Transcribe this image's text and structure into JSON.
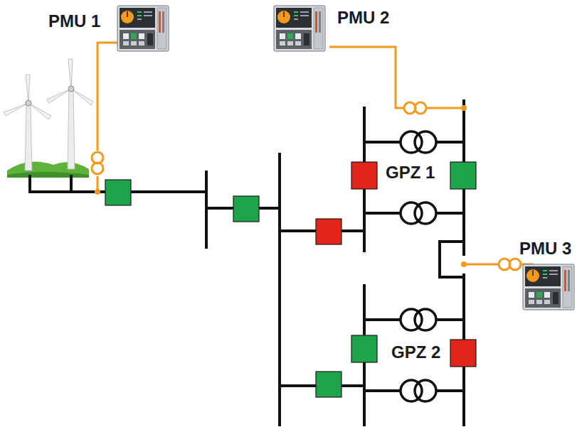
{
  "diagram": {
    "labels": [
      "PMU 1",
      "PMU 2",
      "GPZ 1",
      "PMU 3",
      "GPZ 2"
    ]
  }
}
